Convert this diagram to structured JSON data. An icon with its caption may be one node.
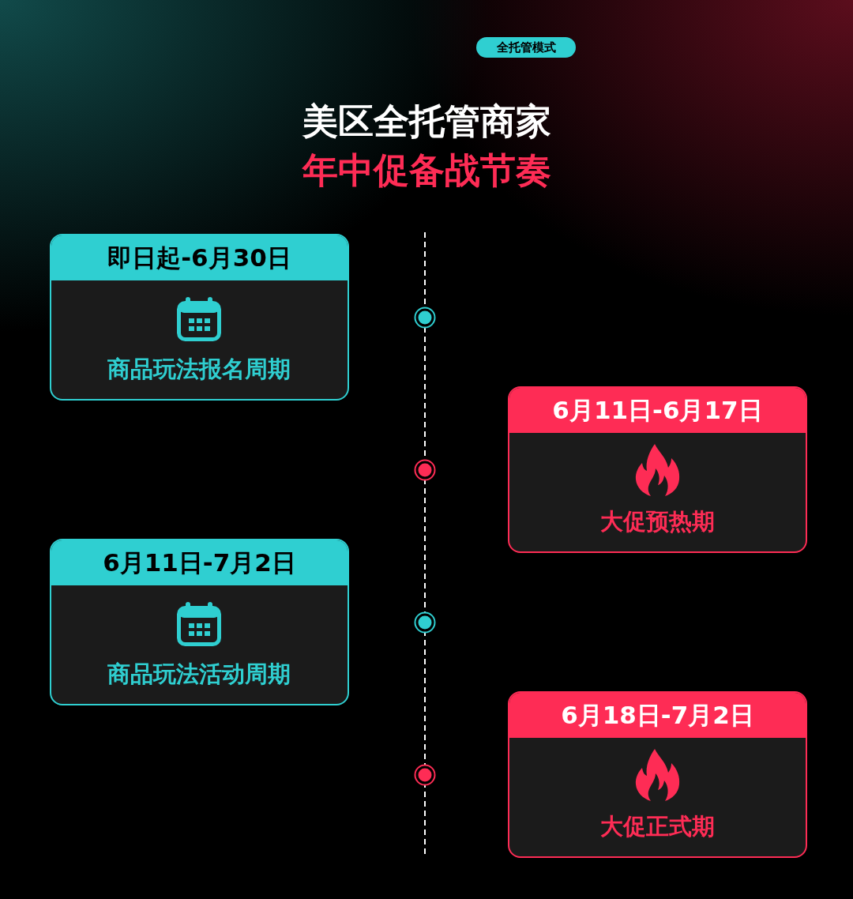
{
  "diagram": {
    "title": "美区全托管商家",
    "nodes": [
      {
        "text": [
          "即日起-6月30日",
          "商品玩法报名周期"
        ]
      },
      {
        "text": [
          "6月11日-6月17日",
          "大促预热期"
        ]
      },
      {
        "text": [
          "6月11日-7月2日",
          "商品玩法活动周期"
        ]
      },
      {
        "text": [
          "6月18日-7月2日",
          "大促正式期"
        ]
      }
    ],
    "labels": [
      "全托管模式",
      "年中促备战节奏"
    ]
  }
}
